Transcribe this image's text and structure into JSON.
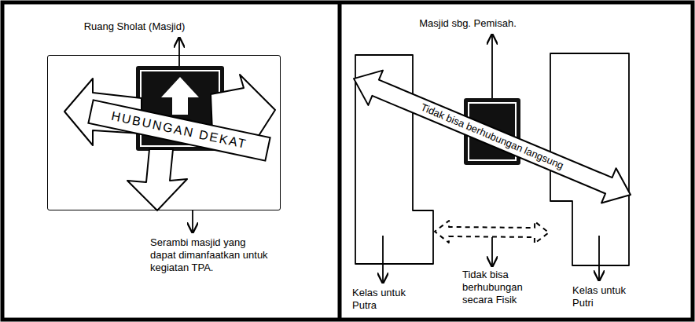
{
  "diagram": {
    "nodes": [
      {
        "text": [
          "Serambi masjid yang dapat dimanfaatkan untuk kegiatan TPA."
        ]
      },
      {
        "text": [
          "Ruang Sholat (Masjid)"
        ],
        "in": 0
      },
      {
        "text": [
          "Masjid sbg. Pemisah."
        ]
      },
      {
        "text": [
          "Kelas untuk Putra"
        ]
      },
      {
        "text": [
          "Kelas untuk Putri"
        ]
      }
    ],
    "edges": [
      {
        "from": 3,
        "to": 4,
        "arrow": "both",
        "label": "Tidak bisa berhubungan langsung"
      },
      {
        "from": 3,
        "to": 4,
        "arrow": "both",
        "label": "Tidak bisa berhubungan secara Fisik"
      }
    ],
    "labels": [
      "HUBUNGAN DEKAT"
    ]
  }
}
